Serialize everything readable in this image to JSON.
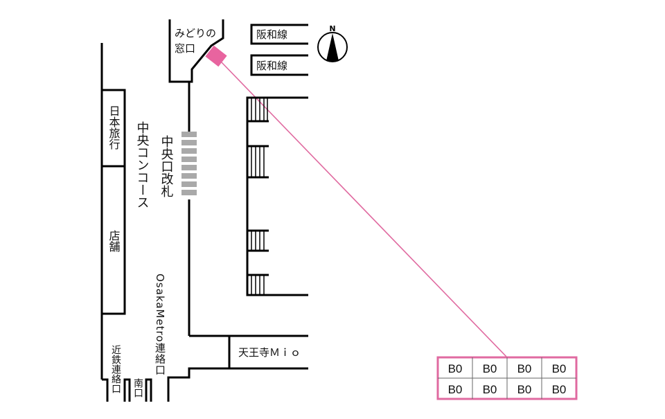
{
  "map": {
    "labels": {
      "midori": [
        "みどりの",
        "窓口"
      ],
      "hanwa_line_1": "阪和線",
      "hanwa_line_2": "阪和線",
      "compass_n": "N",
      "nihon_ryoko": "日本旅行",
      "central_concourse": "中央コンコース",
      "central_gate": "中央口改札",
      "shop": "店舗",
      "osaka_metro_link": "OsakaMetro連絡口",
      "kintetsu_link": "近鉄連絡口",
      "south_exit": "南口",
      "tennoji_mio": "天王寺Ｍｉｏ"
    },
    "highlight_color": "#e8649f",
    "callout_table": {
      "rows": [
        [
          "B0",
          "B0",
          "B0",
          "B0"
        ],
        [
          "B0",
          "B0",
          "B0",
          "B0"
        ]
      ]
    }
  }
}
